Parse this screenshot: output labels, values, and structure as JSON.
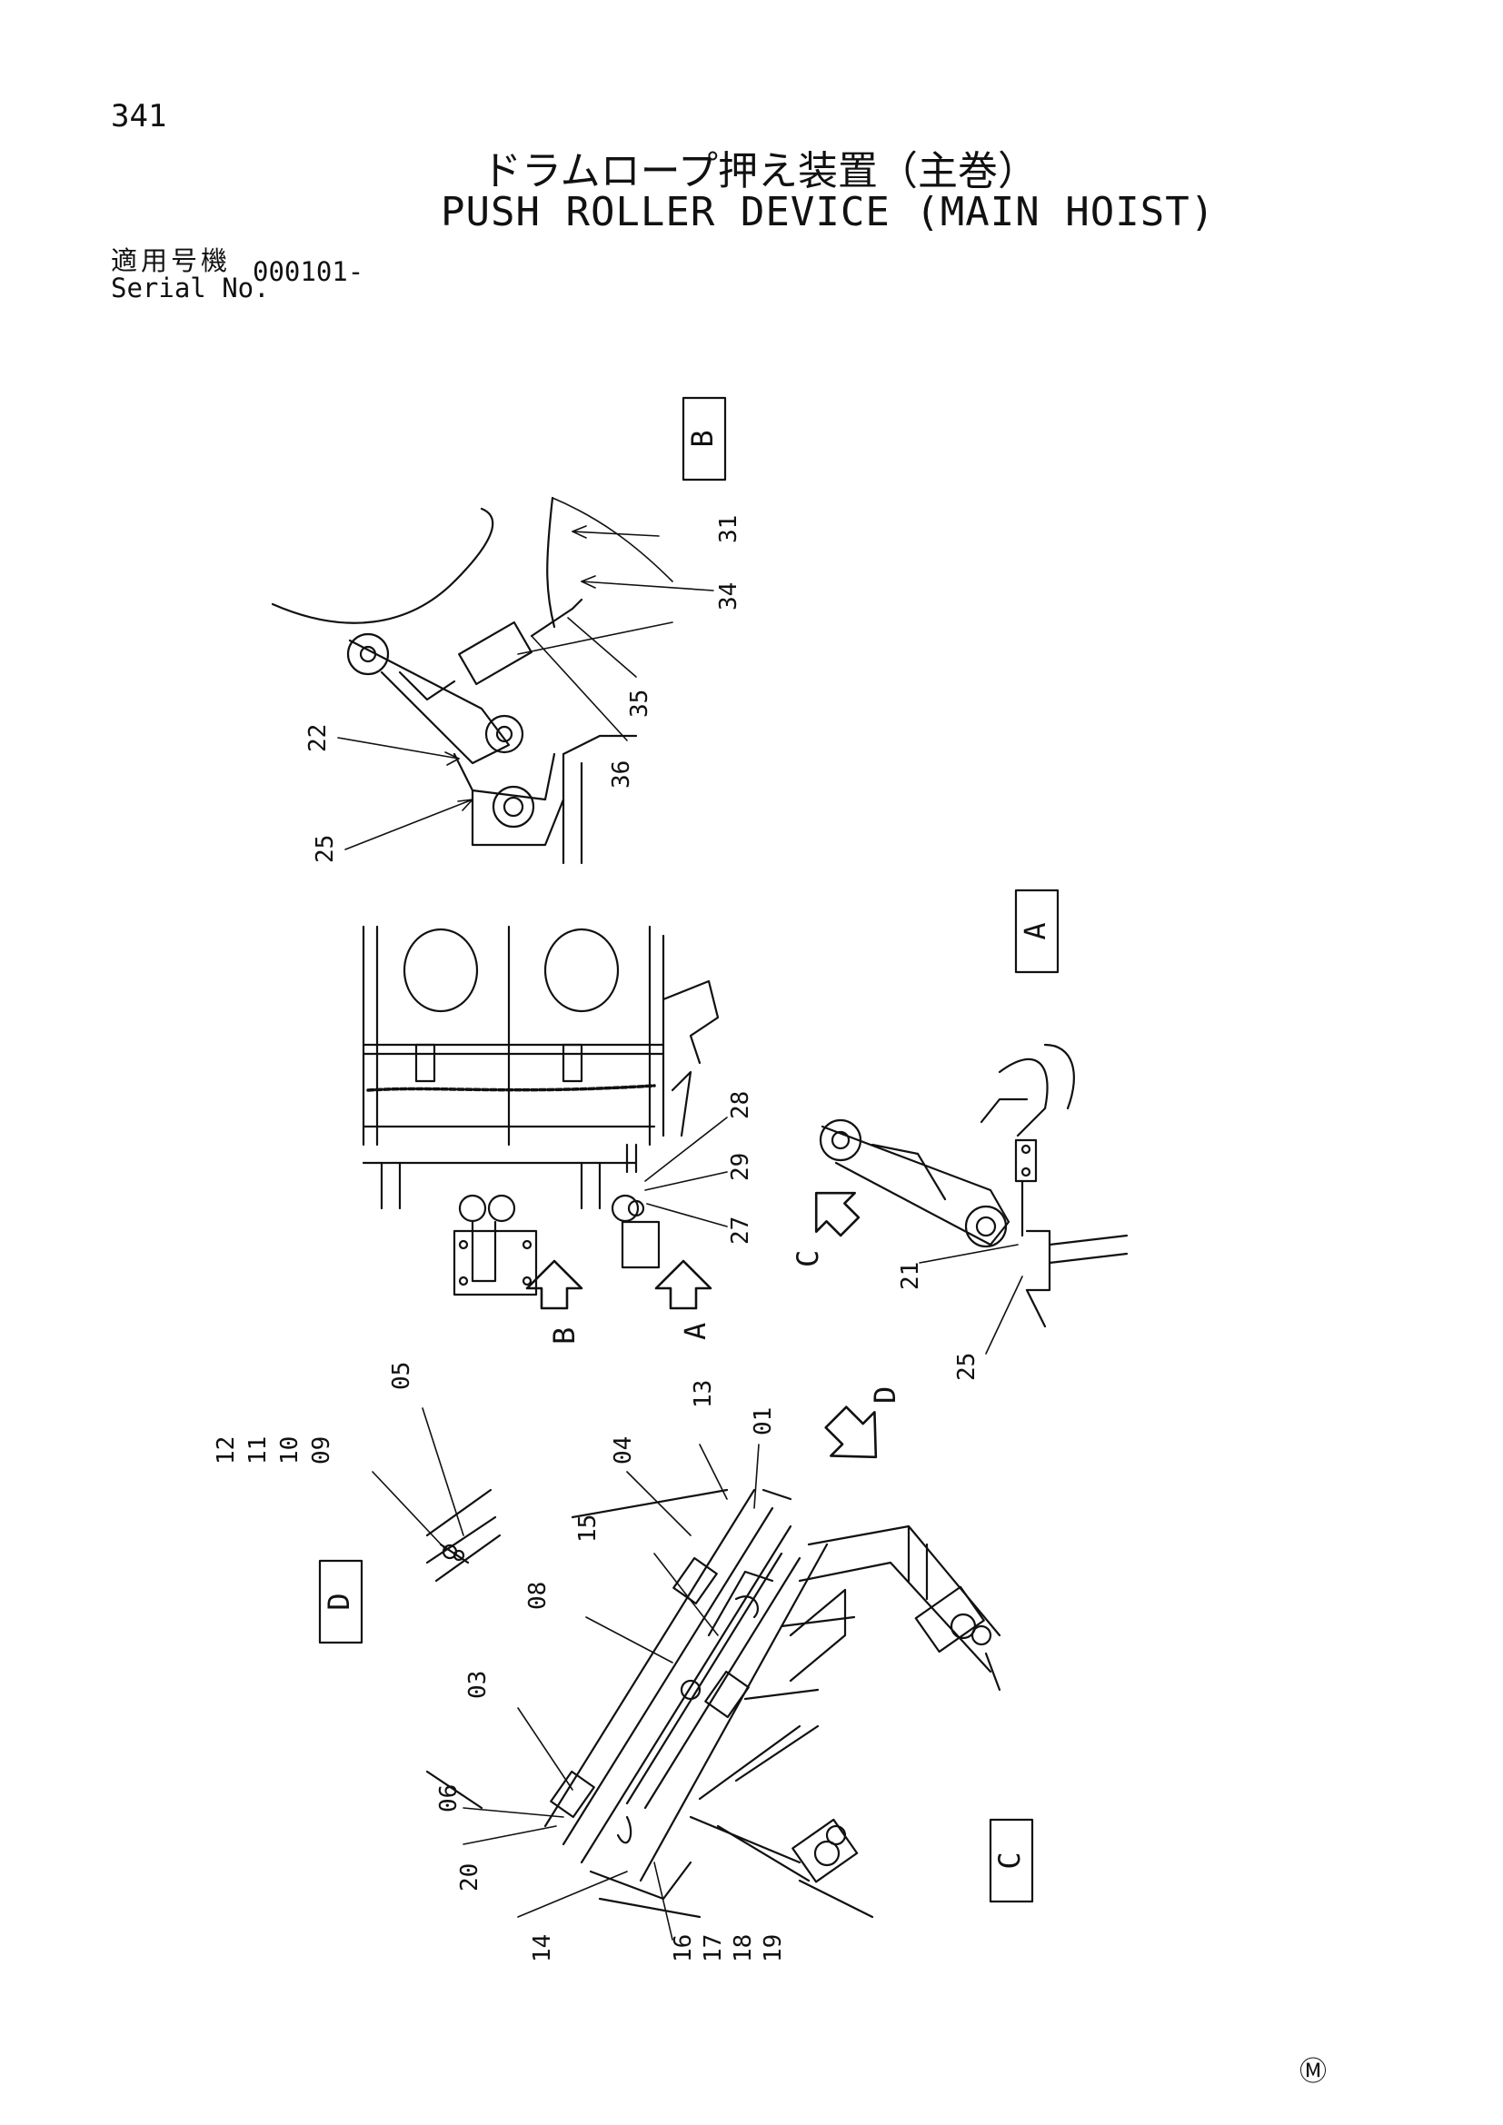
{
  "header": {
    "page_number": "341",
    "title_ja": "ドラムロープ押え装置（主巻）",
    "title_en": "PUSH ROLLER DEVICE (MAIN HOIST)",
    "serial_label_ja": "適用号機",
    "serial_label_en": "Serial No.",
    "serial_value": "000101-"
  },
  "views": {
    "B": "B",
    "A": "A",
    "D": "D",
    "C": "C"
  },
  "arrows": {
    "C": "C",
    "B": "B",
    "A": "A",
    "D": "D"
  },
  "callouts": {
    "c31": "31",
    "c34": "34",
    "c35": "35",
    "c36": "36",
    "c22": "22",
    "c25a": "25",
    "c28": "28",
    "c29": "29",
    "c27": "27",
    "c21": "21",
    "c25b": "25",
    "c05": "05",
    "c12": "12",
    "c11": "11",
    "c10": "10",
    "c09": "09",
    "c13": "13",
    "c01": "01",
    "c04": "04",
    "c15": "15",
    "c08": "08",
    "c03": "03",
    "c06": "06",
    "c20": "20",
    "c14": "14",
    "c16": "16",
    "c17": "17",
    "c18": "18",
    "c19": "19"
  },
  "footer_mark": "Ⓜ"
}
